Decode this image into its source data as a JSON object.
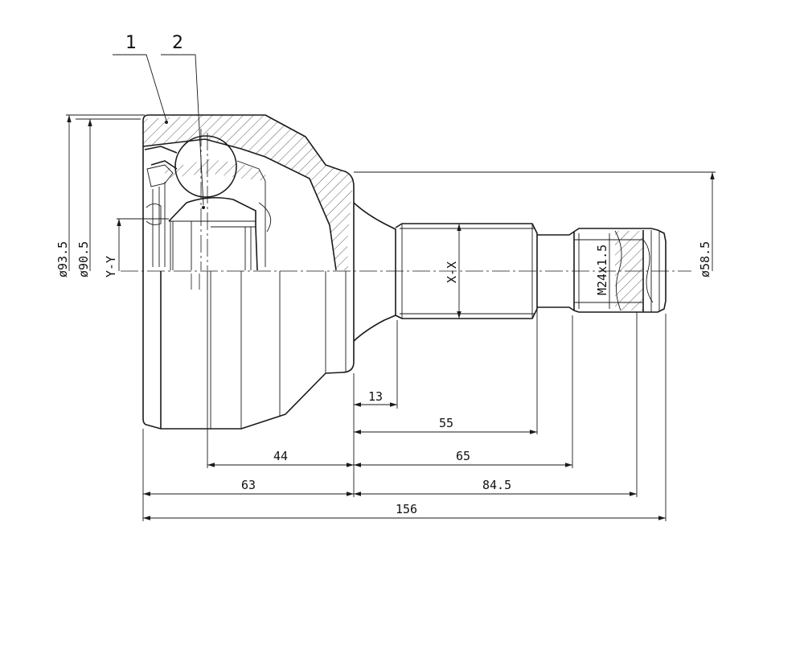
{
  "callouts": {
    "part1": "1",
    "part2": "2"
  },
  "diameters": {
    "outer": "ø93.5",
    "inner": "ø90.5",
    "shaft": "ø58.5"
  },
  "axes": {
    "housing": "Y-Y",
    "spline": "X-X"
  },
  "thread": "M24x1.5",
  "dimensions": {
    "d13": "13",
    "d55": "55",
    "d65": "65",
    "d44": "44",
    "d63": "63",
    "d84_5": "84.5",
    "d156": "156"
  },
  "colors": {
    "line": "#1a1a1a",
    "background": "#ffffff"
  }
}
